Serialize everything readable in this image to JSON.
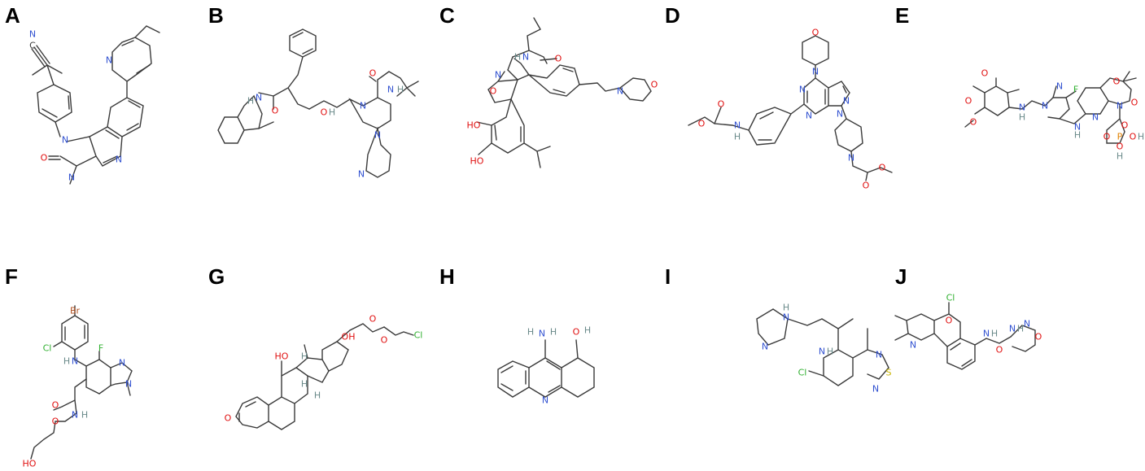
{
  "panels": [
    {
      "letter": "A"
    },
    {
      "letter": "B"
    },
    {
      "letter": "C"
    },
    {
      "letter": "D"
    },
    {
      "letter": "E"
    },
    {
      "letter": "F"
    },
    {
      "letter": "G"
    },
    {
      "letter": "H"
    },
    {
      "letter": "I"
    },
    {
      "letter": "J"
    }
  ],
  "atom_labels": {
    "A": [
      "N",
      "N",
      "N",
      "N",
      "N",
      "O"
    ],
    "B": [
      "N",
      "H",
      "O",
      "N",
      "N",
      "H",
      "O",
      "H",
      "N",
      "O",
      "N"
    ],
    "C": [
      "H",
      "N",
      "O",
      "N",
      "O",
      "HO",
      "HO",
      "N",
      "O"
    ],
    "D": [
      "N",
      "O",
      "N",
      "N",
      "N",
      "N",
      "O",
      "O",
      "N",
      "H",
      "N",
      "O",
      "O"
    ],
    "E": [
      "O",
      "O",
      "O",
      "N",
      "N",
      "N",
      "H",
      "F",
      "N",
      "H",
      "N",
      "O",
      "N",
      "O",
      "O",
      "P",
      "O",
      "H",
      "O",
      "H",
      "O"
    ],
    "F": [
      "Br",
      "Cl",
      "N",
      "H",
      "F",
      "N",
      "N",
      "O",
      "N",
      "H",
      "O",
      "HO"
    ],
    "G": [
      "HO",
      "H",
      "H",
      "H",
      "OH",
      "O",
      "O",
      "Cl",
      "O"
    ],
    "H": [
      "H",
      "N",
      "H",
      "O",
      "H",
      "N"
    ],
    "I": [
      "H",
      "N",
      "N",
      "N",
      "H",
      "Cl",
      "N",
      "S",
      "N"
    ],
    "J": [
      "Cl",
      "N",
      "H",
      "N",
      "H",
      "O",
      "N",
      "O",
      "O",
      "N"
    ]
  },
  "colors": {
    "bond": "#3a3a3a",
    "N": "#3050d0",
    "H": "#6a8a8a",
    "O": "#e01010",
    "Cl": "#30b030",
    "Br": "#b05020",
    "F": "#30b030",
    "S": "#c8b400",
    "P": "#e08000"
  }
}
